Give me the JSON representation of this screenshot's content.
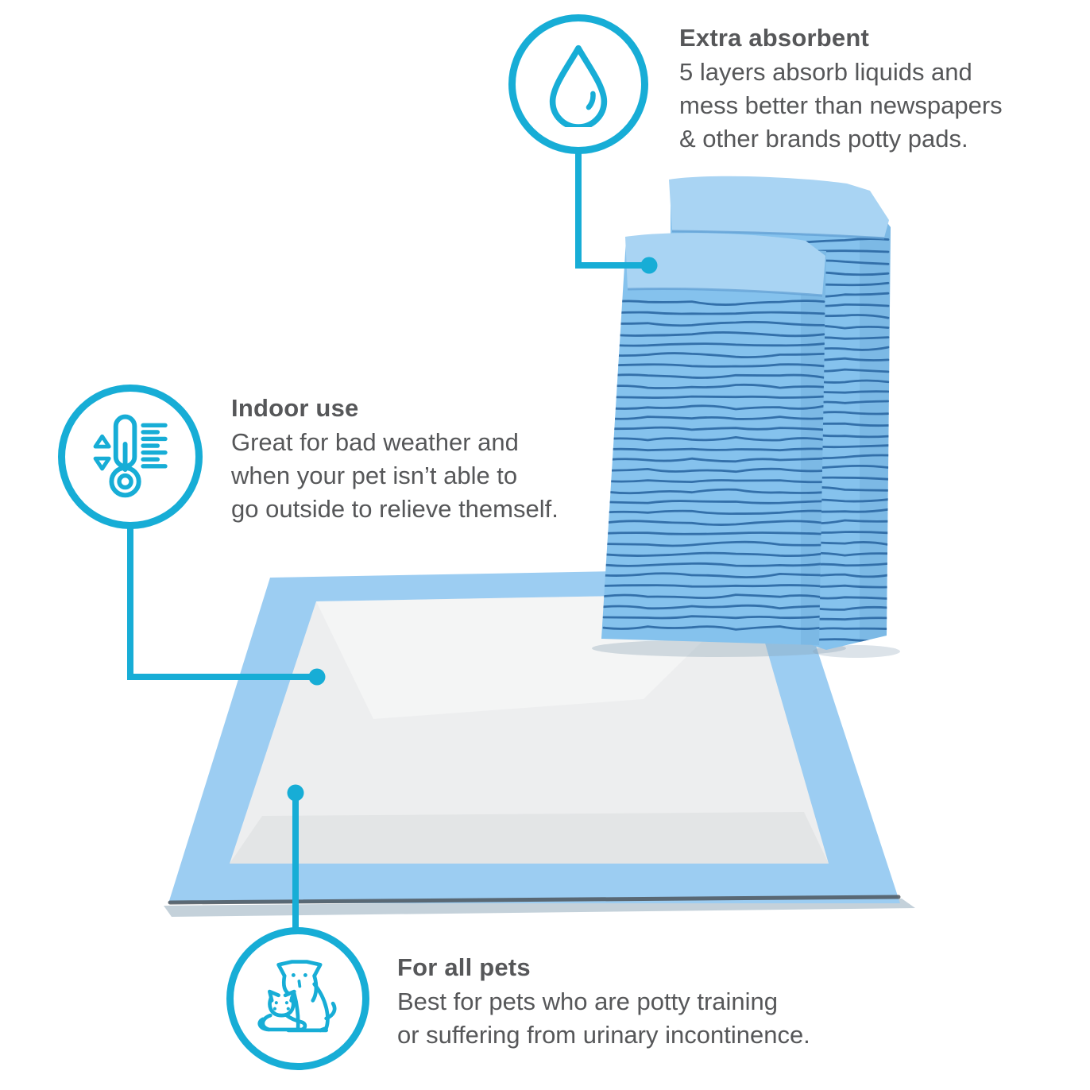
{
  "colors": {
    "accent": "#17ADD6",
    "text": "#565759",
    "stack_fill": "#85C2ED",
    "stack_line": "#2E6BA6",
    "stack_top": "#A9D4F3",
    "stack_fold_edge": "#5E9CD1",
    "pad_border": "#9CCDF2",
    "pad_center": "#EDEEEF",
    "pad_edge_dark": "#4E565E",
    "pad_shadow": "#8AA3B5"
  },
  "features": [
    {
      "id": "extra-absorbent",
      "icon": "water-drop-icon",
      "title": "Extra absorbent",
      "lines": [
        "5 layers absorb liquids and",
        "mess better than newspapers",
        "& other brands potty pads."
      ]
    },
    {
      "id": "indoor-use",
      "icon": "thermometer-icon",
      "title": "Indoor use",
      "lines": [
        "Great for bad weather and",
        "when your pet isn’t able to",
        "go outside to relieve themself."
      ]
    },
    {
      "id": "for-all-pets",
      "icon": "dog-cat-icon",
      "title": "For all pets",
      "lines": [
        "Best for pets who are potty training",
        "or suffering from urinary incontinence."
      ]
    }
  ],
  "illustration": {
    "objects": [
      "stack-of-potty-pads-back",
      "stack-of-potty-pads-front",
      "flat-potty-pad"
    ]
  }
}
